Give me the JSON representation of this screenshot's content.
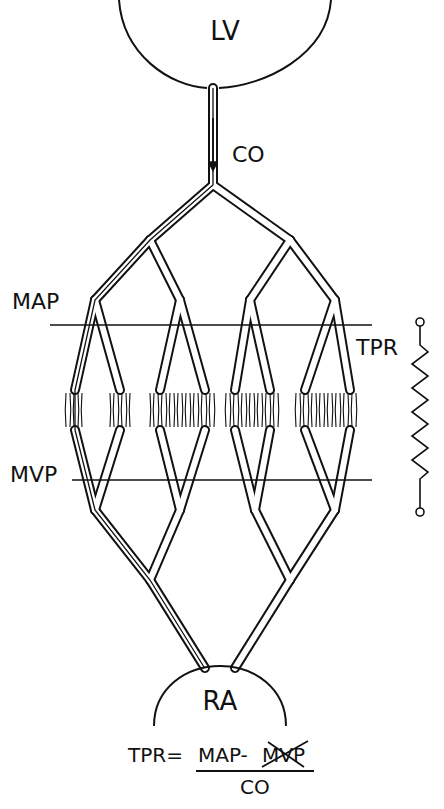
{
  "diagram": {
    "nodes": [
      {
        "text": [
          "LV"
        ]
      },
      {
        "text": [
          "RA"
        ]
      }
    ],
    "edges": [
      {
        "from": 0,
        "to": 1,
        "arrow": "none"
      }
    ],
    "labels": [
      "CO",
      "MAP",
      "TPR",
      "MVP",
      "TPR=",
      "MAP-",
      "MVP",
      "CO"
    ]
  }
}
